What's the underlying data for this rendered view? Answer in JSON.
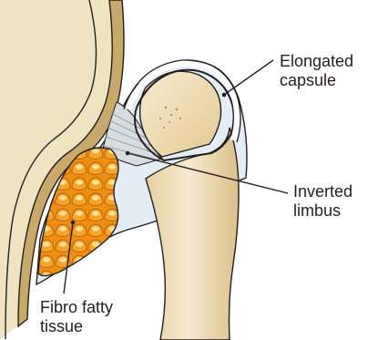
{
  "figure": {
    "labels": {
      "capsule": {
        "line1": "Elongated",
        "line2": "capsule"
      },
      "limbus": {
        "line1": "Inverted",
        "line2": "limbus"
      },
      "fibro": {
        "line1": "Fibro fatty",
        "line2": "tissue"
      }
    },
    "colors": {
      "outline": "#231f20",
      "acetabulum_fill": "#e9dcb0",
      "acetabulum_band": "#c9a96a",
      "bone_fill": "#f3e4be",
      "capsule_fill": "#e2ecf4",
      "fat_fill": "#f29a1f",
      "fat_highlight": "#ffd98a"
    }
  }
}
